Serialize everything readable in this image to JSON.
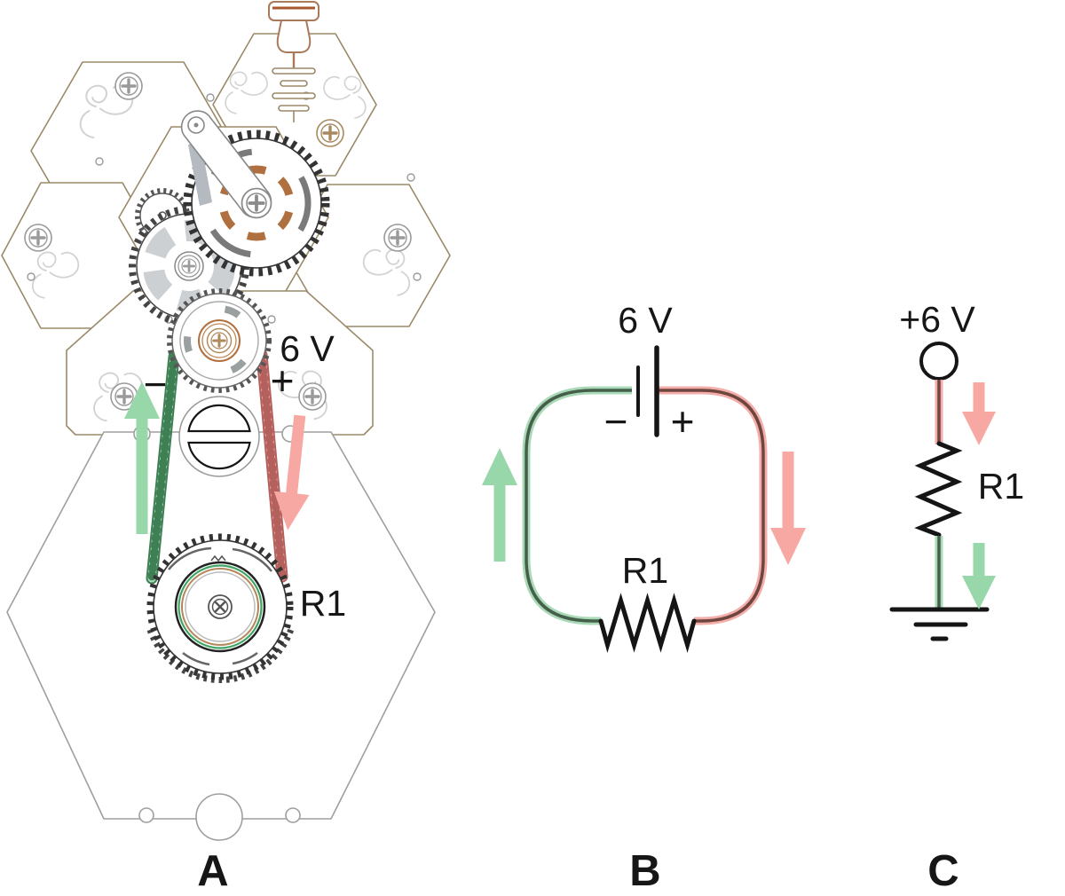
{
  "colors": {
    "green-arrow": "#98d7a9",
    "red-arrow": "#f7a8a3",
    "chain-green": "#a9dcb8",
    "chain-green-dark": "#3f7f54",
    "chain-red": "#f2b1ac",
    "chain-red-dark": "#b4605c",
    "wire-green": "#a9d9b6",
    "wire-green-core": "#465f4b",
    "wire-red": "#f3aeab",
    "wire-red-core": "#6e463e",
    "tan": "#9b8a68",
    "brown": "#a8795a",
    "copper": "#b06f3f",
    "ring-green": "#3fa564",
    "ring-tan": "#b5855a"
  },
  "panels": {
    "a": {
      "letter": "A",
      "voltage_label": "6 V",
      "minus": "−",
      "plus": "+",
      "resistor_label": "R1"
    },
    "b": {
      "letter": "B",
      "voltage_label": "6 V",
      "minus": "−",
      "plus": "+",
      "resistor_label": "R1"
    },
    "c": {
      "letter": "C",
      "voltage_label": "+6 V",
      "resistor_label": "R1"
    }
  }
}
